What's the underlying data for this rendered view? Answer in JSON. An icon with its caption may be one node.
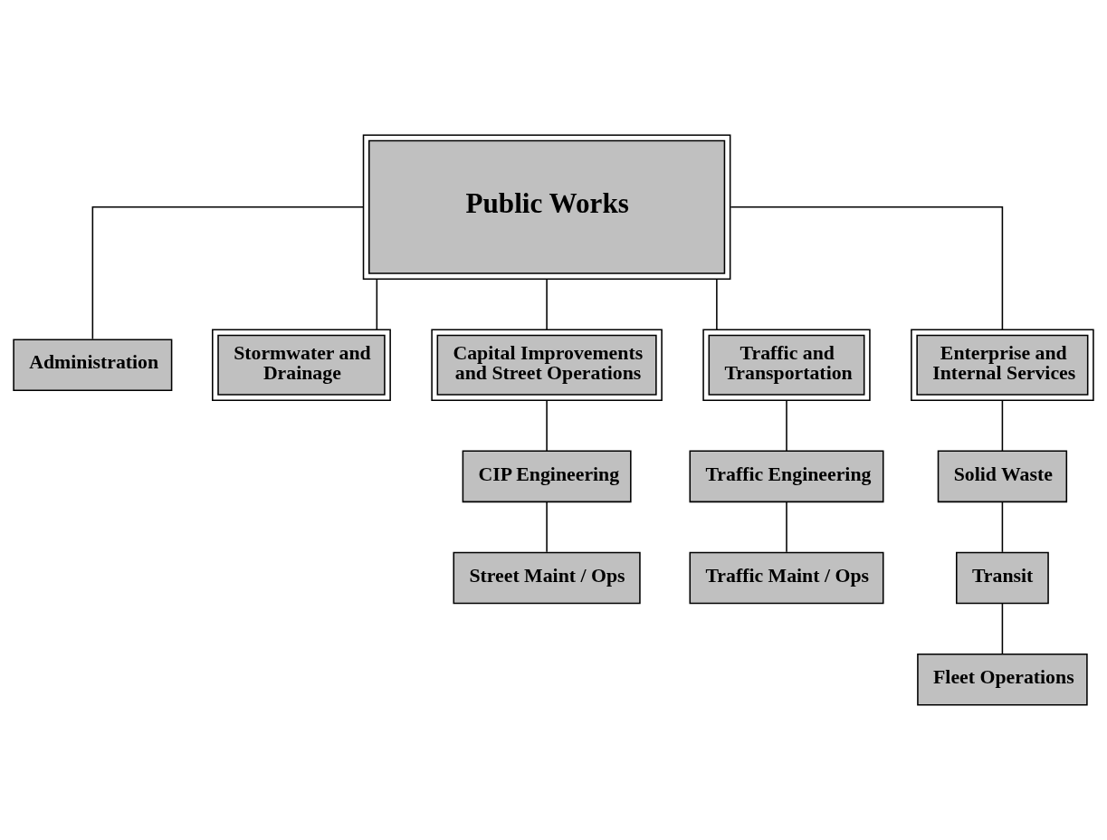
{
  "diagram": {
    "nodes": [
      {
        "text": [
          "Public Works"
        ]
      },
      {
        "text": [
          "Administration"
        ]
      },
      {
        "text": [
          "Stormwater and Drainage"
        ]
      },
      {
        "text": [
          "Capital Improvements and Street Operations"
        ]
      },
      {
        "text": [
          "Traffic and Transportation"
        ]
      },
      {
        "text": [
          "Enterprise and Internal Services"
        ]
      },
      {
        "text": [
          "CIP Engineering"
        ]
      },
      {
        "text": [
          "Street Maint / Ops"
        ]
      },
      {
        "text": [
          "Traffic Engineering"
        ]
      },
      {
        "text": [
          "Traffic Maint / Ops"
        ]
      },
      {
        "text": [
          "Solid Waste"
        ]
      },
      {
        "text": [
          "Transit"
        ]
      },
      {
        "text": [
          "Fleet Operations"
        ]
      }
    ],
    "edges": [
      {
        "from": 0,
        "to": 1,
        "arrow": "none"
      },
      {
        "from": 0,
        "to": 2,
        "arrow": "none"
      },
      {
        "from": 0,
        "to": 3,
        "arrow": "none"
      },
      {
        "from": 0,
        "to": 4,
        "arrow": "none"
      },
      {
        "from": 0,
        "to": 5,
        "arrow": "none"
      },
      {
        "from": 3,
        "to": 6,
        "arrow": "none"
      },
      {
        "from": 6,
        "to": 7,
        "arrow": "none"
      },
      {
        "from": 4,
        "to": 8,
        "arrow": "none"
      },
      {
        "from": 8,
        "to": 9,
        "arrow": "none"
      },
      {
        "from": 5,
        "to": 10,
        "arrow": "none"
      },
      {
        "from": 10,
        "to": 11,
        "arrow": "none"
      },
      {
        "from": 11,
        "to": 12,
        "arrow": "none"
      }
    ]
  }
}
